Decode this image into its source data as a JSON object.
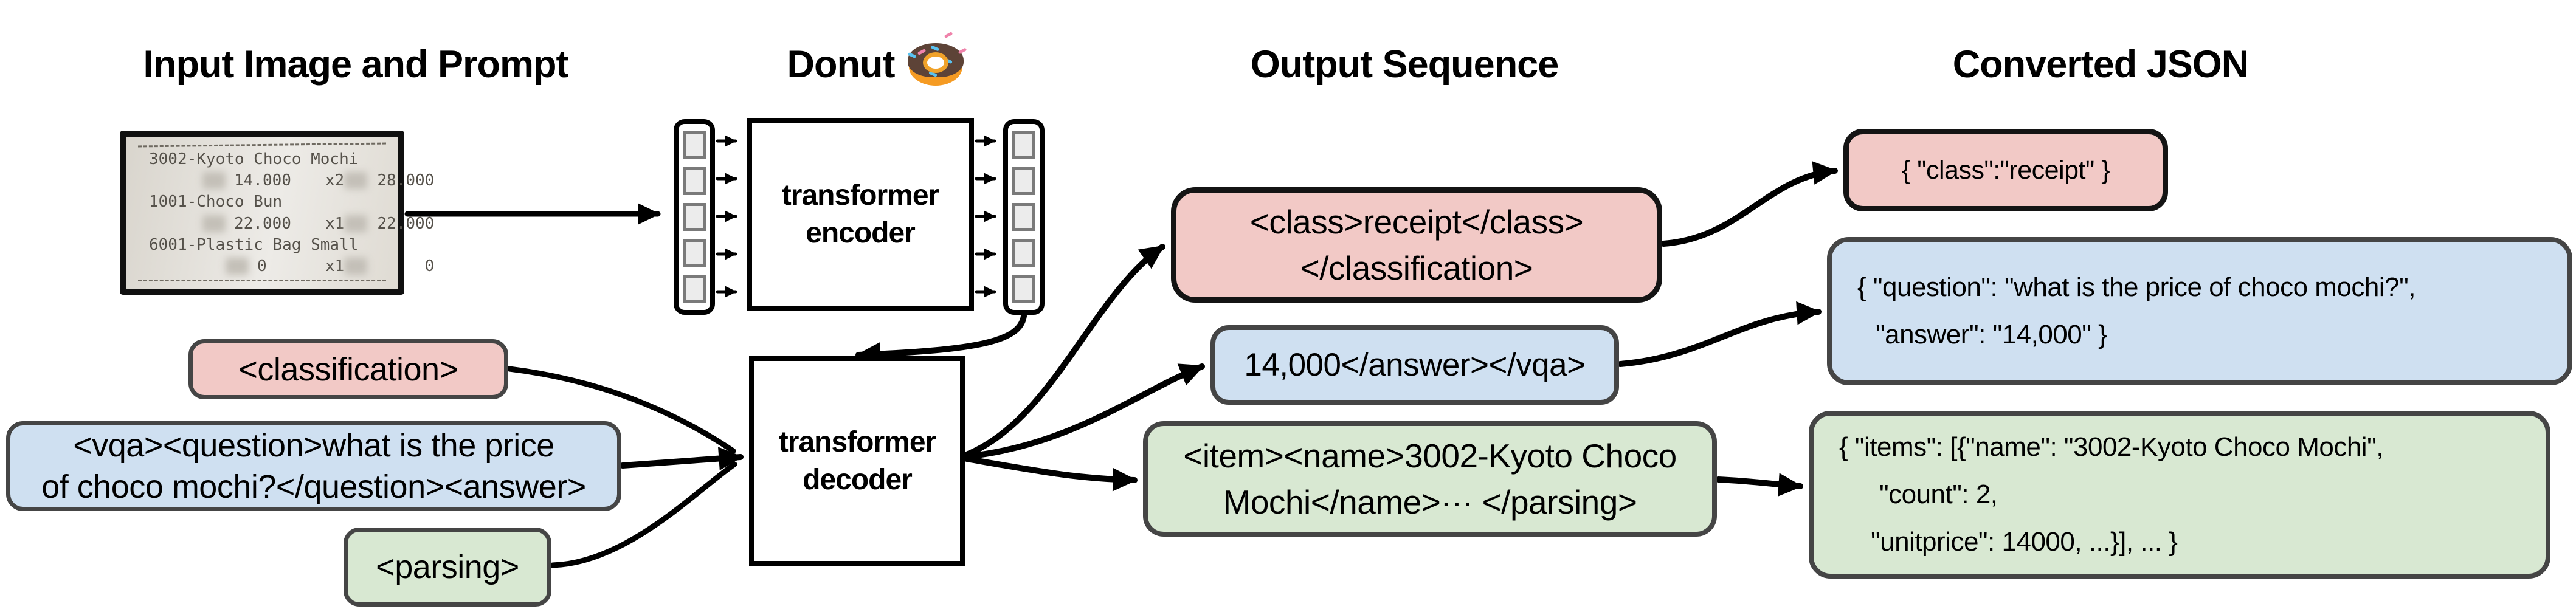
{
  "headers": {
    "input": "Input Image and Prompt",
    "model": "Donut",
    "model_emoji": "🍩",
    "output": "Output Sequence",
    "json": "Converted JSON"
  },
  "receipt": {
    "rows": [
      {
        "name": "3002-Kyoto Choco Mochi",
        "price": "14.000",
        "qty": "x2",
        "total": "28.000"
      },
      {
        "name": "1001-Choco Bun",
        "price": "22.000",
        "qty": "x1",
        "total": "22.000"
      },
      {
        "name": "6001-Plastic Bag Small",
        "price": "0",
        "qty": "x1",
        "total": "0"
      }
    ]
  },
  "model": {
    "encoder_line1": "transformer",
    "encoder_line2": "encoder",
    "decoder_line1": "transformer",
    "decoder_line2": "decoder"
  },
  "prompts": {
    "classification": "<classification>",
    "vqa_line1": "<vqa><question>what is the price",
    "vqa_line2": "of choco mochi?</question><answer>",
    "parsing": "<parsing>"
  },
  "outputs": {
    "classification_line1": "<class>receipt</class>",
    "classification_line2": "</classification>",
    "vqa": "14,000</answer></vqa>",
    "parsing_line1": "<item><name>3002-Kyoto Choco",
    "parsing_line2": "Mochi</name>··· </parsing>"
  },
  "converted": {
    "classification": "{ \"class\":\"receipt\" }",
    "vqa_line1": "{ \"question\": \"what is the price of choco mochi?\",",
    "vqa_line2": "\"answer\": \"14,000\" }",
    "parsing_line1": "{ \"items\": [{\"name\": \"3002-Kyoto Choco Mochi\",",
    "parsing_line2": "\"count\": 2,",
    "parsing_line3": "\"unitprice\": 14000, ...}], ... }"
  },
  "colors": {
    "pink": "#f2c9c6",
    "blue": "#cfe0f1",
    "green": "#d8e8d2",
    "arrow": "#000000"
  }
}
